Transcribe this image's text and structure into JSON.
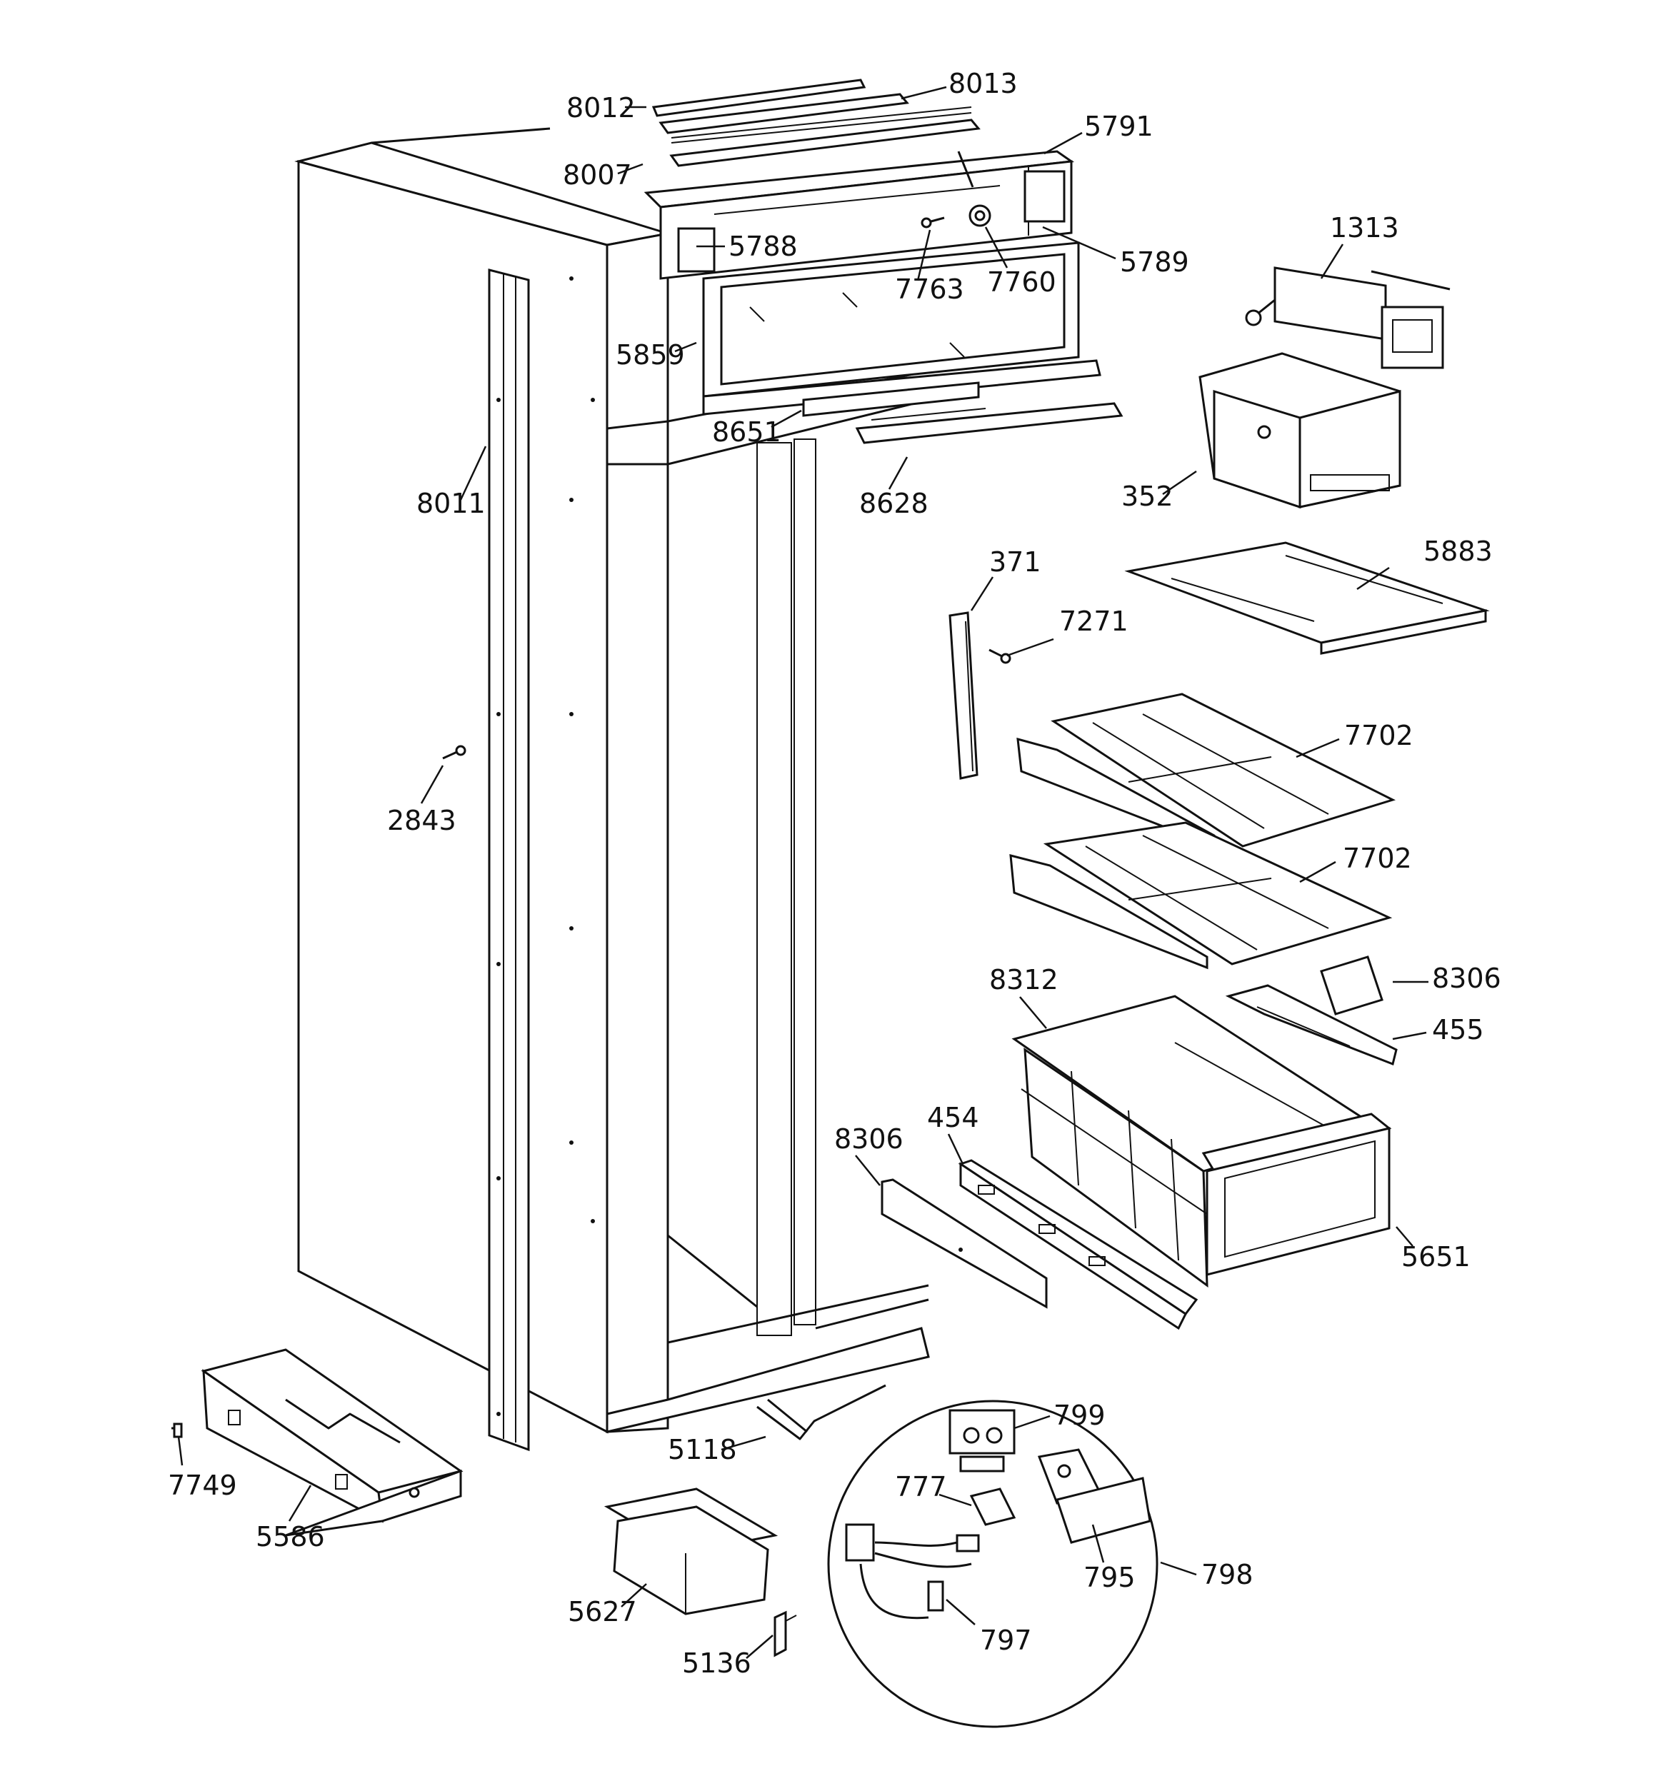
{
  "diagram": {
    "labels": {
      "p8012": "8012",
      "p8013": "8013",
      "p5791": "5791",
      "p8007": "8007",
      "p5788": "5788",
      "p7763": "7763",
      "p7760": "7760",
      "p5789": "5789",
      "p1313": "1313",
      "p5859": "5859",
      "p8651": "8651",
      "p8011": "8011",
      "p8628": "8628",
      "p352": "352",
      "p371": "371",
      "p5883": "5883",
      "p7271": "7271",
      "p7702a": "7702",
      "p2843": "2843",
      "p7702b": "7702",
      "p8312": "8312",
      "p8306a": "8306",
      "p455": "455",
      "p454": "454",
      "p8306b": "8306",
      "p5651": "5651",
      "p799": "799",
      "p5118": "5118",
      "p7749": "7749",
      "p777": "777",
      "p5586": "5586",
      "p795": "795",
      "p798": "798",
      "p5627": "5627",
      "p797": "797",
      "p5136": "5136"
    }
  }
}
